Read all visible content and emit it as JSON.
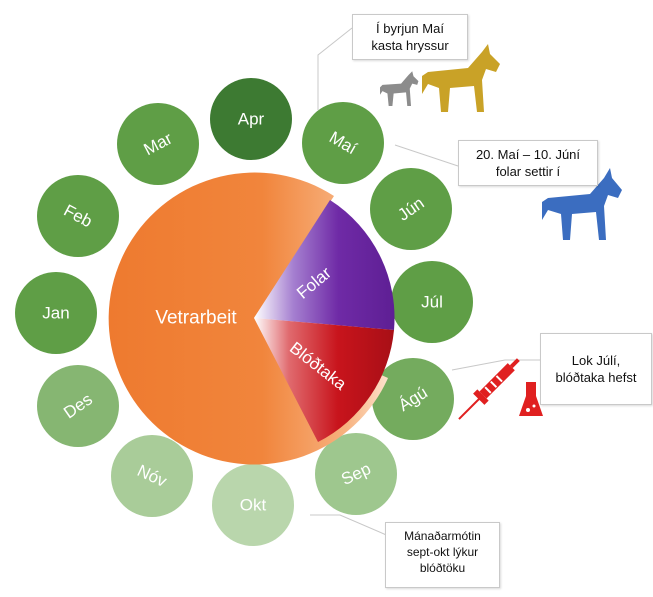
{
  "months": [
    {
      "key": "apr",
      "label": "Apr",
      "color": "#3d7a32",
      "rotation": 0
    },
    {
      "key": "mai",
      "label": "Maí",
      "color": "#5f9e46",
      "rotation": 30
    },
    {
      "key": "jun",
      "label": "Jún",
      "color": "#5f9e46",
      "rotation": -35
    },
    {
      "key": "jul",
      "label": "Júl",
      "color": "#5f9e46",
      "rotation": 0
    },
    {
      "key": "agu",
      "label": "Ágú",
      "color": "#74ab5e",
      "rotation": -32
    },
    {
      "key": "sep",
      "label": "Sep",
      "color": "#9ec78e",
      "rotation": -25
    },
    {
      "key": "okt",
      "label": "Okt",
      "color": "#b9d6ac",
      "rotation": 0
    },
    {
      "key": "nov",
      "label": "Nóv",
      "color": "#a9cc99",
      "rotation": 25
    },
    {
      "key": "des",
      "label": "Des",
      "color": "#86b672",
      "rotation": -35
    },
    {
      "key": "jan",
      "label": "Jan",
      "color": "#5f9e46",
      "rotation": 0
    },
    {
      "key": "feb",
      "label": "Feb",
      "color": "#5f9e46",
      "rotation": 28
    },
    {
      "key": "mar",
      "label": "Mar",
      "color": "#5f9e46",
      "rotation": -28
    }
  ],
  "pie": {
    "vetrarbeit": {
      "label": "Vetrarbeit",
      "color": "#ee7a2f"
    },
    "folar": {
      "label": "Folar",
      "color": "#6f2aa6"
    },
    "blodtaka": {
      "label": "Blóðtaka",
      "color": "#c8141c"
    }
  },
  "notes": {
    "mai": "Í byrjun Maí\nkasta hryssur",
    "jun": "20. Maí – 10. Júní\nfolar settir í",
    "jul": "Lok Júlí,\nblóðtaka hefst",
    "okt": "Mánaðarmótin\nsept-okt lýkur\nblóðtöku"
  },
  "icons": {
    "grey_horse": "#8c8c8c",
    "gold_horse": "#c9a227",
    "blue_horse": "#3b6dc0",
    "syringe": "#e02020",
    "flask": "#e02020"
  }
}
